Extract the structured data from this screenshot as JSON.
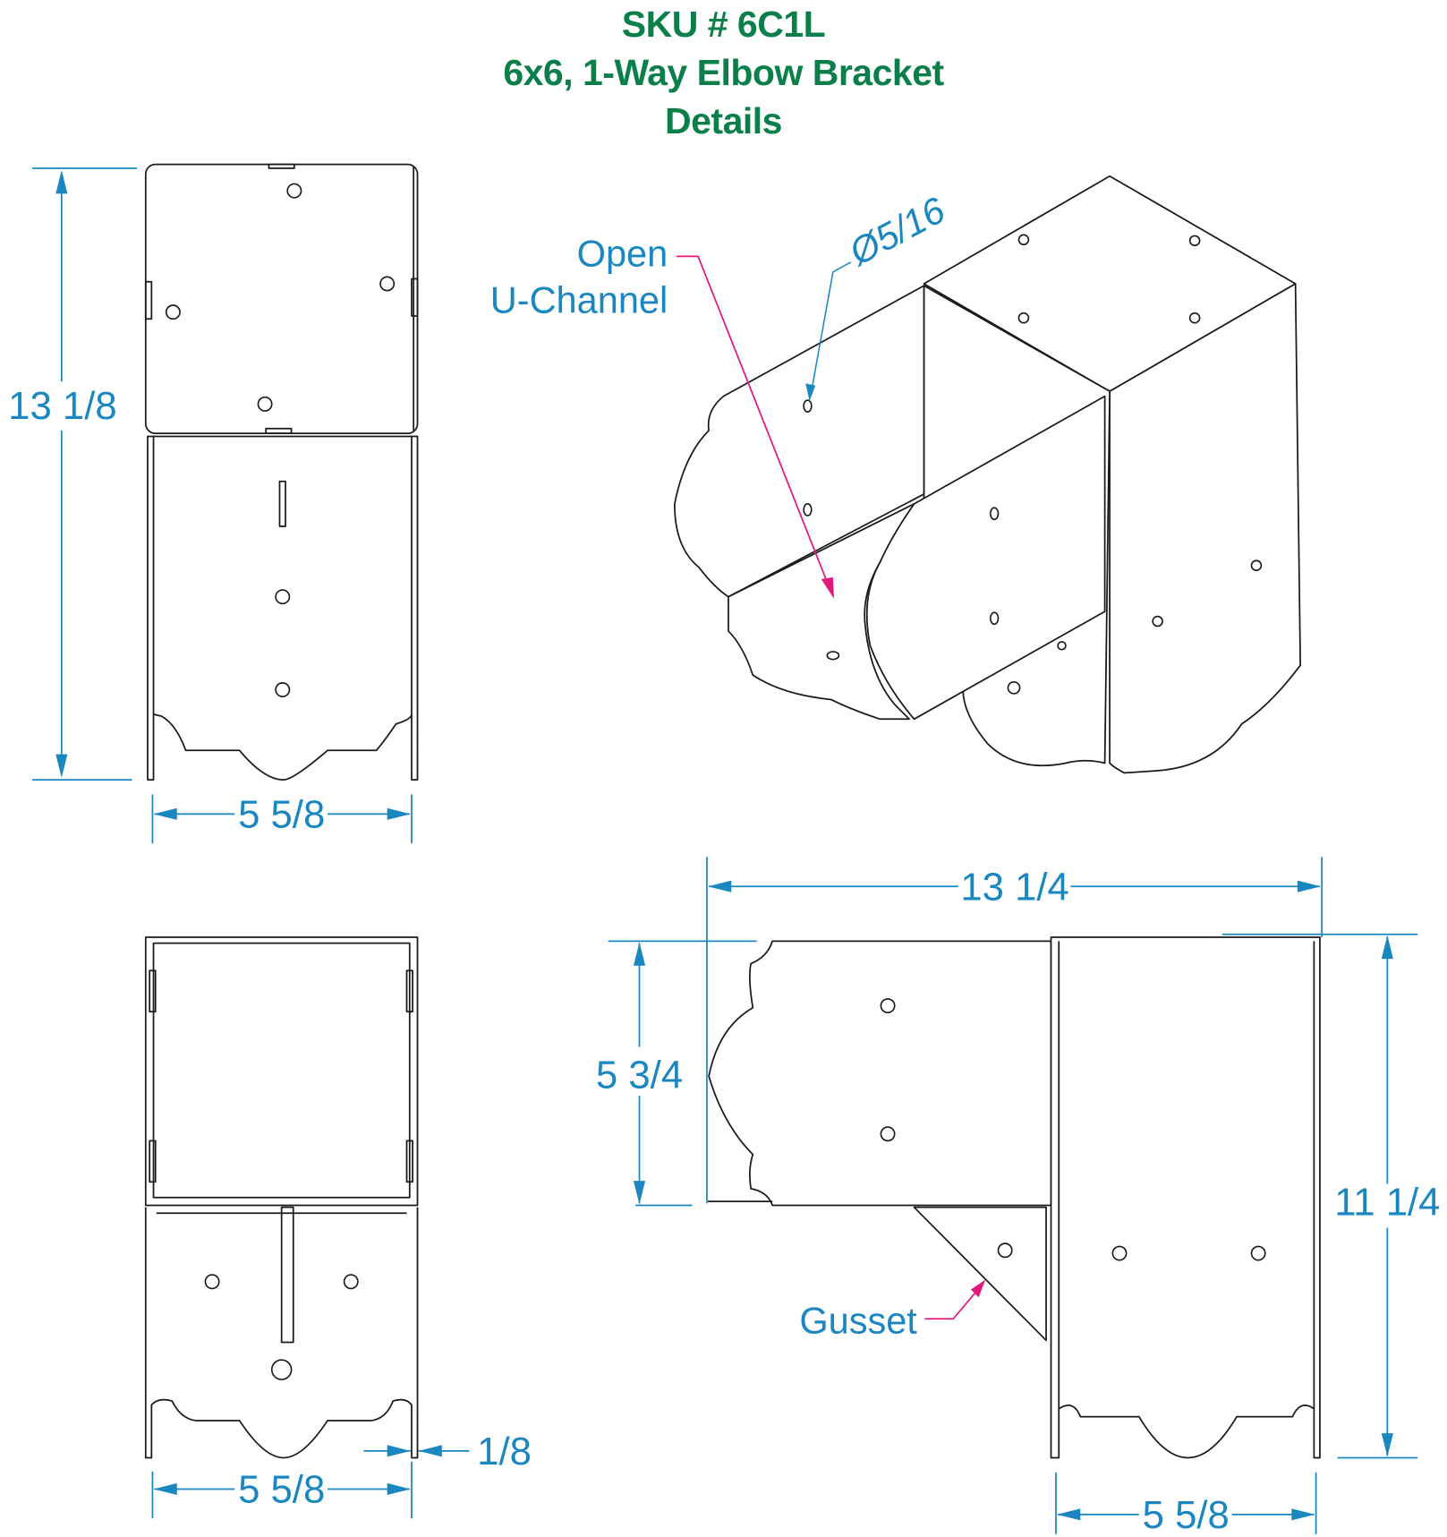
{
  "title": {
    "line1": "SKU # 6C1L",
    "line2": "6x6, 1-Way Elbow Bracket",
    "line3": "Details"
  },
  "colors": {
    "title": "#0a7f4a",
    "dimension": "#1a87c0",
    "leader": "#e0197d",
    "linework": "#1a1a1a"
  },
  "views": {
    "front_top": {
      "height_dim": "13 1/8",
      "width_dim": "5 5/8"
    },
    "front_bottom": {
      "width_dim": "5 5/8",
      "thickness_dim": "1/8"
    },
    "isometric": {
      "callout_open_line1": "Open",
      "callout_open_line2": "U-Channel",
      "hole_dim": "Ø5/16"
    },
    "side": {
      "length_dim": "13 1/4",
      "arm_height_dim": "5 3/4",
      "overall_height_dim": "11 1/4",
      "width_dim": "5 5/8",
      "callout_gusset": "Gusset"
    }
  }
}
